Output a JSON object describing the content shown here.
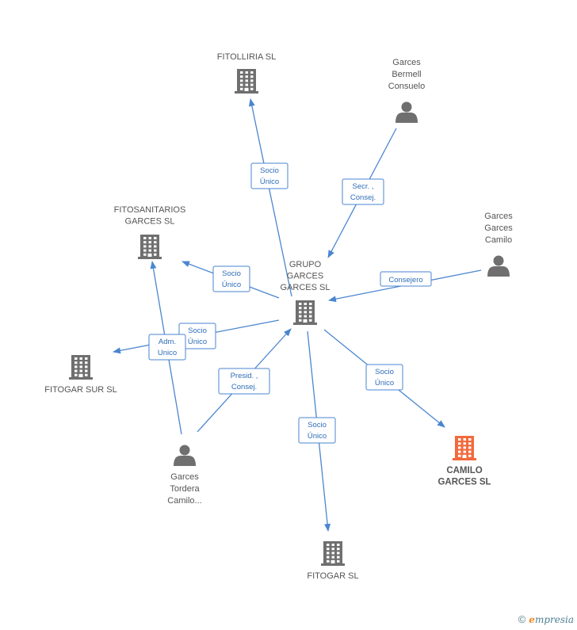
{
  "colors": {
    "node": "#6f6f6f",
    "highlight": "#f26a3d",
    "edge": "#4a86d0"
  },
  "nodes": [
    {
      "id": "fitolliria",
      "kind": "company",
      "lines": [
        "FITOLLIRIA SL"
      ]
    },
    {
      "id": "bermell",
      "kind": "person",
      "lines": [
        "Garces",
        "Bermell",
        "Consuelo"
      ]
    },
    {
      "id": "fitosanitarios",
      "kind": "company",
      "lines": [
        "FITOSANITARIOS",
        "GARCES SL"
      ]
    },
    {
      "id": "grupo",
      "kind": "company",
      "lines": [
        "GRUPO",
        "GARCES",
        "GARCES  SL"
      ]
    },
    {
      "id": "camilo_p",
      "kind": "person",
      "lines": [
        "Garces",
        "Garces",
        "Camilo"
      ]
    },
    {
      "id": "fitogar_sur",
      "kind": "company",
      "lines": [
        "FITOGAR SUR SL"
      ]
    },
    {
      "id": "camilo_sl",
      "kind": "company",
      "highlight": true,
      "lines": [
        "CAMILO",
        "GARCES SL"
      ]
    },
    {
      "id": "tordera",
      "kind": "person",
      "lines": [
        "Garces",
        "Tordera",
        "Camilo..."
      ]
    },
    {
      "id": "fitogar",
      "kind": "company",
      "lines": [
        "FITOGAR SL"
      ]
    }
  ],
  "edges": [
    {
      "id": "e1",
      "from": "grupo",
      "to": "fitolliria",
      "label": [
        "Socio",
        "Único"
      ]
    },
    {
      "id": "e2",
      "from": "bermell",
      "to": "grupo",
      "label": [
        "Secr. ,",
        "Consej."
      ]
    },
    {
      "id": "e3",
      "from": "grupo",
      "to": "fitosanitarios",
      "label": [
        "Socio",
        "Único"
      ]
    },
    {
      "id": "e4",
      "from": "camilo_p",
      "to": "grupo",
      "label": [
        "Consejero"
      ]
    },
    {
      "id": "e5",
      "from": "grupo",
      "to": "fitogar_sur",
      "label": [
        "Socio",
        "Único"
      ]
    },
    {
      "id": "e6",
      "from": "tordera",
      "to": "fitosanitarios",
      "label": [
        "Adm.",
        "Unico"
      ]
    },
    {
      "id": "e7",
      "from": "tordera",
      "to": "grupo",
      "label": [
        "Presid. ,",
        "Consej."
      ]
    },
    {
      "id": "e8",
      "from": "grupo",
      "to": "camilo_sl",
      "label": [
        "Socio",
        "Único"
      ]
    },
    {
      "id": "e9",
      "from": "grupo",
      "to": "fitogar",
      "label": [
        "Socio",
        "Único"
      ]
    }
  ],
  "footer": {
    "copyright": "©",
    "brand_initial": "e",
    "brand_rest": "mpresia"
  }
}
